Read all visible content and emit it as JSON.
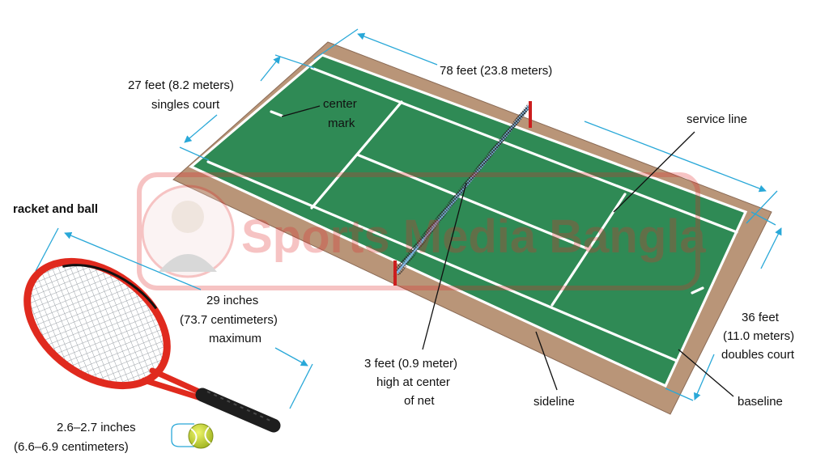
{
  "watermark": {
    "text": "Sports Media Bangla"
  },
  "labels": {
    "length_78": "78 feet (23.8 meters)",
    "singles_27_line1": "27 feet (8.2 meters)",
    "singles_27_line2": "singles court",
    "center_mark_line1": "center",
    "center_mark_line2": "mark",
    "service_line": "service line",
    "racket_heading": "racket and ball",
    "racket_len_line1": "29 inches",
    "racket_len_line2": "(73.7 centimeters)",
    "racket_len_line3": "maximum",
    "net_line1": "3 feet (0.9 meter)",
    "net_line2": "high at center",
    "net_line3": "of net",
    "sideline": "sideline",
    "doubles_36_line1": "36 feet",
    "doubles_36_line2": "(11.0 meters)",
    "doubles_36_line3": "doubles court",
    "baseline": "baseline",
    "ball_line1": "2.6–2.7 inches",
    "ball_line2": "(6.6–6.9 centimeters)"
  },
  "colors": {
    "court_green": "#2f8a55",
    "surround_brown": "#b99578",
    "dimension_blue": "#29a8d8",
    "racket_red": "#e02a1e",
    "net_post_red": "#cc1e1e",
    "ball_yellow": "#c8dc2e",
    "watermark_red": "#e22a2a",
    "watermark_green": "#1f8a3a"
  }
}
